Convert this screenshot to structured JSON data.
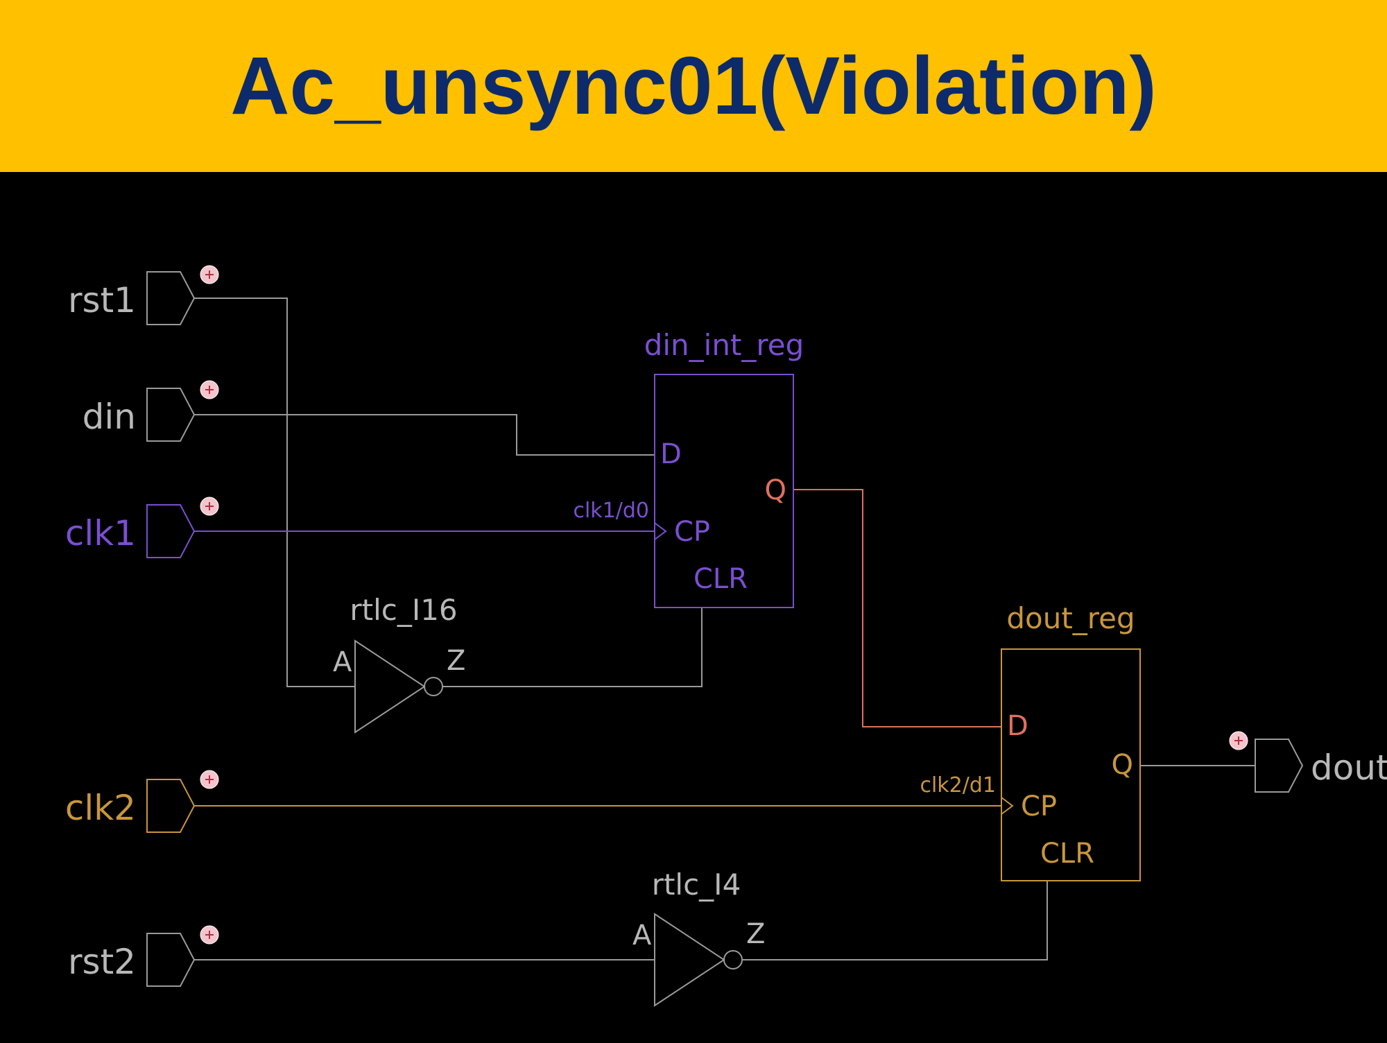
{
  "slide": {
    "title": "Ac_unsync01(Violation)"
  },
  "colors": {
    "header_bg": "#FFC000",
    "title": "#0D2B6B",
    "background": "#000000",
    "wire_gray": "#9A9A9A",
    "label_gray": "#B8B8B8",
    "clk1_purple": "#7A4FD0",
    "clk2_orange": "#C8963C",
    "q_red": "#E07060",
    "marker_pink": "#F4C4CC"
  },
  "schematic": {
    "ports": {
      "rst1": "rst1",
      "din": "din",
      "clk1": "clk1",
      "clk2": "clk2",
      "rst2": "rst2",
      "dout": "dout"
    },
    "din_int_reg": {
      "name": "din_int_reg",
      "pin_d": "D",
      "pin_cp": "CP",
      "pin_clr": "CLR",
      "pin_q": "Q",
      "clock_label": "clk1/d0"
    },
    "dout_reg": {
      "name": "dout_reg",
      "pin_d": "D",
      "pin_cp": "CP",
      "pin_clr": "CLR",
      "pin_q": "Q",
      "clock_label": "clk2/d1"
    },
    "rtlc_I16": {
      "name": "rtlc_I16",
      "pin_a": "A",
      "pin_z": "Z"
    },
    "rtlc_I4": {
      "name": "rtlc_I4",
      "pin_a": "A",
      "pin_z": "Z"
    }
  }
}
